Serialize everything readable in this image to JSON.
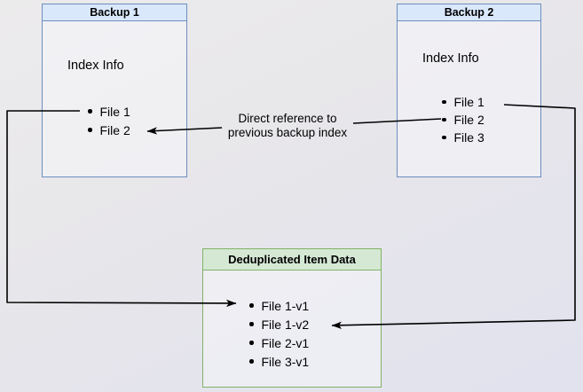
{
  "diagram": {
    "backup1": {
      "title": "Backup 1",
      "subtitle": "Index Info",
      "items": [
        "File 1",
        "File 2"
      ]
    },
    "backup2": {
      "title": "Backup 2",
      "subtitle": "Index Info",
      "items": [
        "File 1",
        "File 2",
        "File 3"
      ]
    },
    "dedup": {
      "title": "Deduplicated Item Data",
      "items": [
        "File 1-v1",
        "File 1-v2",
        "File 2-v1",
        "File 3-v1"
      ]
    },
    "annotation": {
      "line1": "Direct reference to",
      "line2": "previous backup index"
    },
    "colors": {
      "blue_header": "#dae8fc",
      "blue_border": "#6c8ebf",
      "green_header": "#d5e8d4",
      "green_border": "#82b366",
      "connector": "#000000"
    }
  }
}
